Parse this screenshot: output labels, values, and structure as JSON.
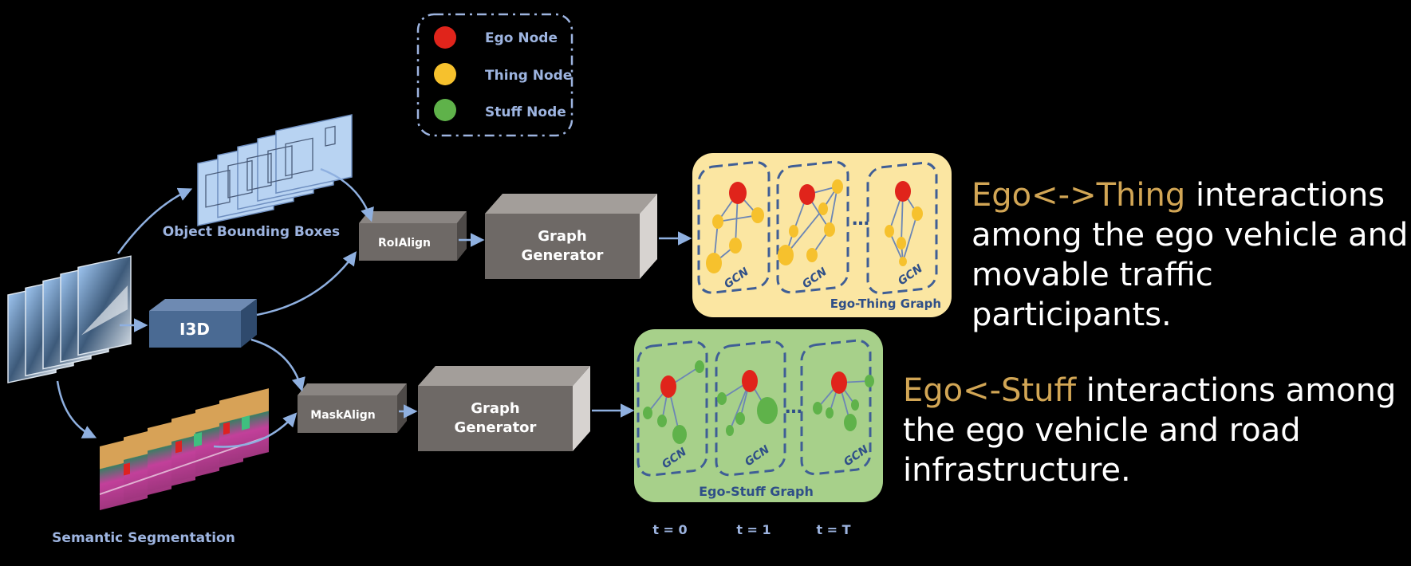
{
  "legend": {
    "items": [
      {
        "label": "Ego Node",
        "color": "#e0241b"
      },
      {
        "label": "Thing Node",
        "color": "#f6c12d"
      },
      {
        "label": "Stuff Node",
        "color": "#5fb24a"
      }
    ]
  },
  "labels": {
    "object_bounding_boxes": "Object Bounding Boxes",
    "semantic_segmentation": "Semantic Segmentation",
    "i3d": "I3D",
    "roialign": "RoIAlign",
    "maskalign": "MaskAlign",
    "graph_generator_line1": "Graph",
    "graph_generator_line2": "Generator",
    "gcn": "GCN",
    "ego_thing_graph": "Ego-Thing Graph",
    "ego_stuff_graph": "Ego-Stuff Graph",
    "t0": "t = 0",
    "t1": "t = 1",
    "tT": "t = T"
  },
  "descriptions": {
    "thing": {
      "highlight": "Ego<->Thing",
      "line1_rest": " interactions",
      "line2": "among the ego vehicle and",
      "line3": "movable traffic participants."
    },
    "stuff": {
      "highlight": "Ego<-Stuff",
      "line1_rest": " interactions among",
      "line2": "the ego vehicle and road",
      "line3": "infrastructure."
    }
  },
  "colors": {
    "background": "#000000",
    "thing_panel": "#fbe6a2",
    "stuff_panel": "#a7d08a",
    "box_gray": "#6e6966",
    "i3d_blue": "#4a6a93",
    "arrow": "#8fb0e0",
    "highlight_text": "#d2a655"
  }
}
